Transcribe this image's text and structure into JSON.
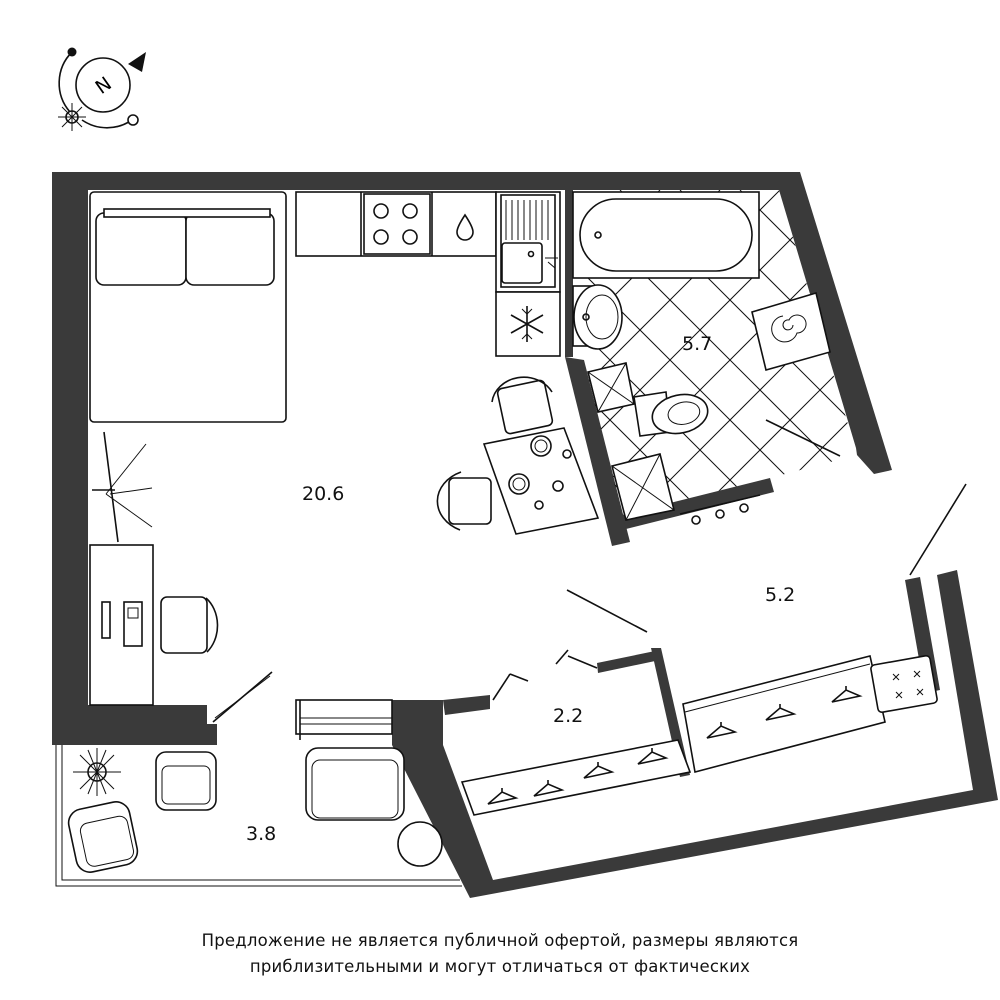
{
  "compass": {
    "direction_letter": "N"
  },
  "rooms": [
    {
      "id": "living",
      "area": "20.6"
    },
    {
      "id": "bathroom",
      "area": "5.7"
    },
    {
      "id": "wardrobe",
      "area": "5.2"
    },
    {
      "id": "storage",
      "area": "2.2"
    },
    {
      "id": "balcony",
      "area": "3.8"
    }
  ],
  "disclaimer": {
    "line1": "Предложение не является публичной офертой, размеры являются",
    "line2": "приблизительными и могут отличаться от фактических"
  },
  "colors": {
    "wall": "#3a3a3a",
    "line": "#111111",
    "background": "#ffffff"
  }
}
